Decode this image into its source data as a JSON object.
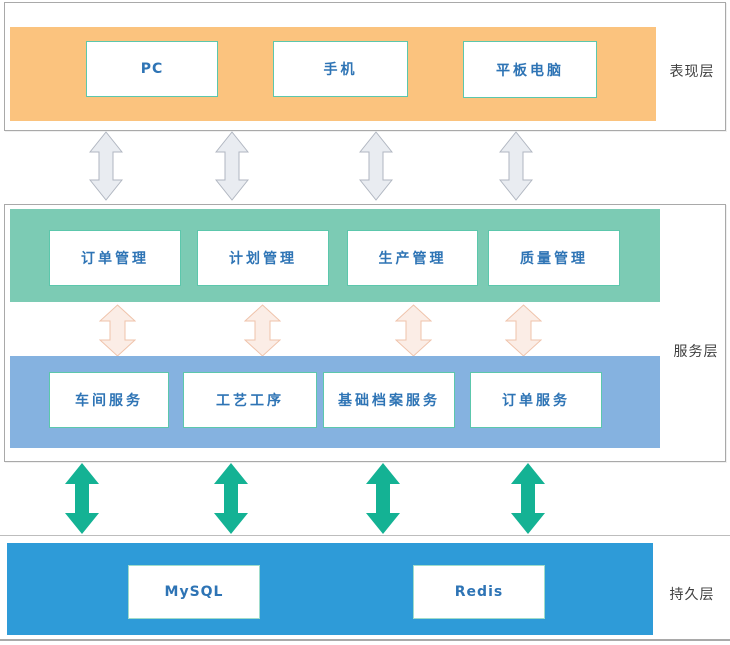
{
  "diagram": {
    "layers": {
      "presentation": {
        "label": "表现层",
        "boxes": [
          {
            "label": "PC"
          },
          {
            "label": "手机"
          },
          {
            "label": "平板电脑"
          }
        ]
      },
      "service": {
        "label": "服务层",
        "management_boxes": [
          {
            "label": "订单管理"
          },
          {
            "label": "计划管理"
          },
          {
            "label": "生产管理"
          },
          {
            "label": "质量管理"
          }
        ],
        "service_boxes": [
          {
            "label": "车间服务"
          },
          {
            "label": "工艺工序"
          },
          {
            "label": "基础档案服务"
          },
          {
            "label": "订单服务"
          }
        ]
      },
      "persistence": {
        "label": "持久层",
        "boxes": [
          {
            "label": "MySQL"
          },
          {
            "label": "Redis"
          }
        ]
      }
    },
    "colors": {
      "presentation_band": "#fbc37e",
      "management_band": "#7ccbb4",
      "service_band": "#85b2e0",
      "persistence_band": "#2e9bd8",
      "node_border": "#5cc7ac",
      "node_text": "#2e74b5",
      "layer_label_text": "#3f3f3f",
      "arrow_gray_fill": "#e9ecf1",
      "arrow_gray_stroke": "#b0b6c1",
      "arrow_pink_fill": "#fbede6",
      "arrow_pink_stroke": "#efc3ab",
      "arrow_teal_fill": "#14b294"
    }
  }
}
